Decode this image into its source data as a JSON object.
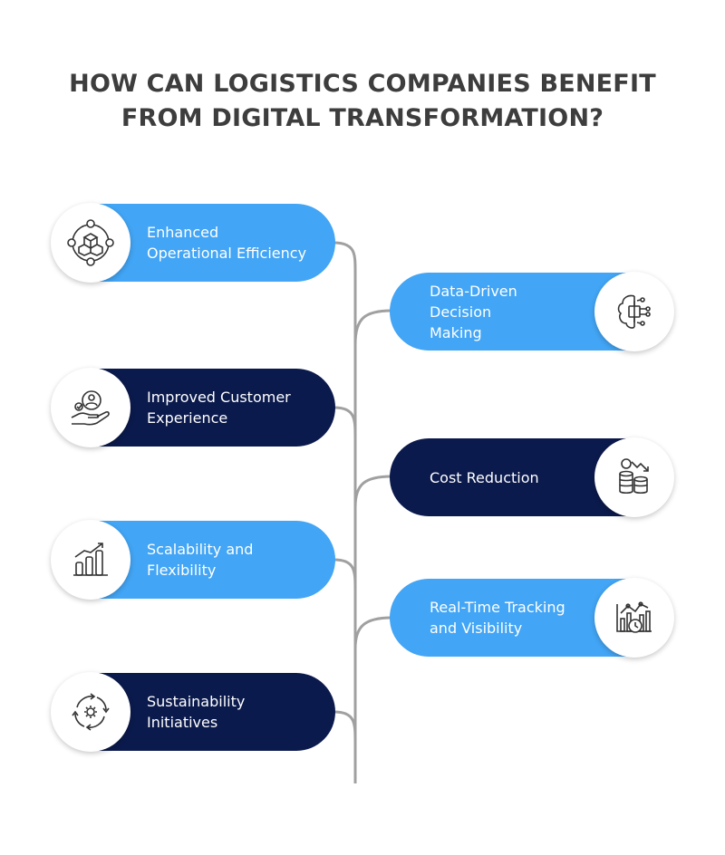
{
  "title": {
    "line1": "HOW CAN LOGISTICS COMPANIES BENEFIT",
    "line2": "FROM DIGITAL TRANSFORMATION?"
  },
  "colors": {
    "light": "#42a5f5",
    "dark": "#0b1a4c",
    "stem": "#a0a0a0",
    "title": "#3d3d3d"
  },
  "benefits": [
    {
      "label": "Enhanced\nOperational Efficiency",
      "side": "left",
      "style": "light",
      "icon": "network-cubes-icon"
    },
    {
      "label": "Data-Driven Decision\nMaking",
      "side": "right",
      "style": "light",
      "icon": "brain-circuit-icon"
    },
    {
      "label": "Improved Customer\nExperience",
      "side": "left",
      "style": "dark",
      "icon": "hand-customer-icon"
    },
    {
      "label": "Cost Reduction",
      "side": "right",
      "style": "dark",
      "icon": "coins-down-icon"
    },
    {
      "label": "Scalability and\nFlexibility",
      "side": "left",
      "style": "light",
      "icon": "growth-bars-icon"
    },
    {
      "label": "Real-Time Tracking\nand Visibility",
      "side": "right",
      "style": "light",
      "icon": "chart-clock-icon"
    },
    {
      "label": "Sustainability\nInitiatives",
      "side": "left",
      "style": "dark",
      "icon": "recycle-gear-icon"
    }
  ]
}
